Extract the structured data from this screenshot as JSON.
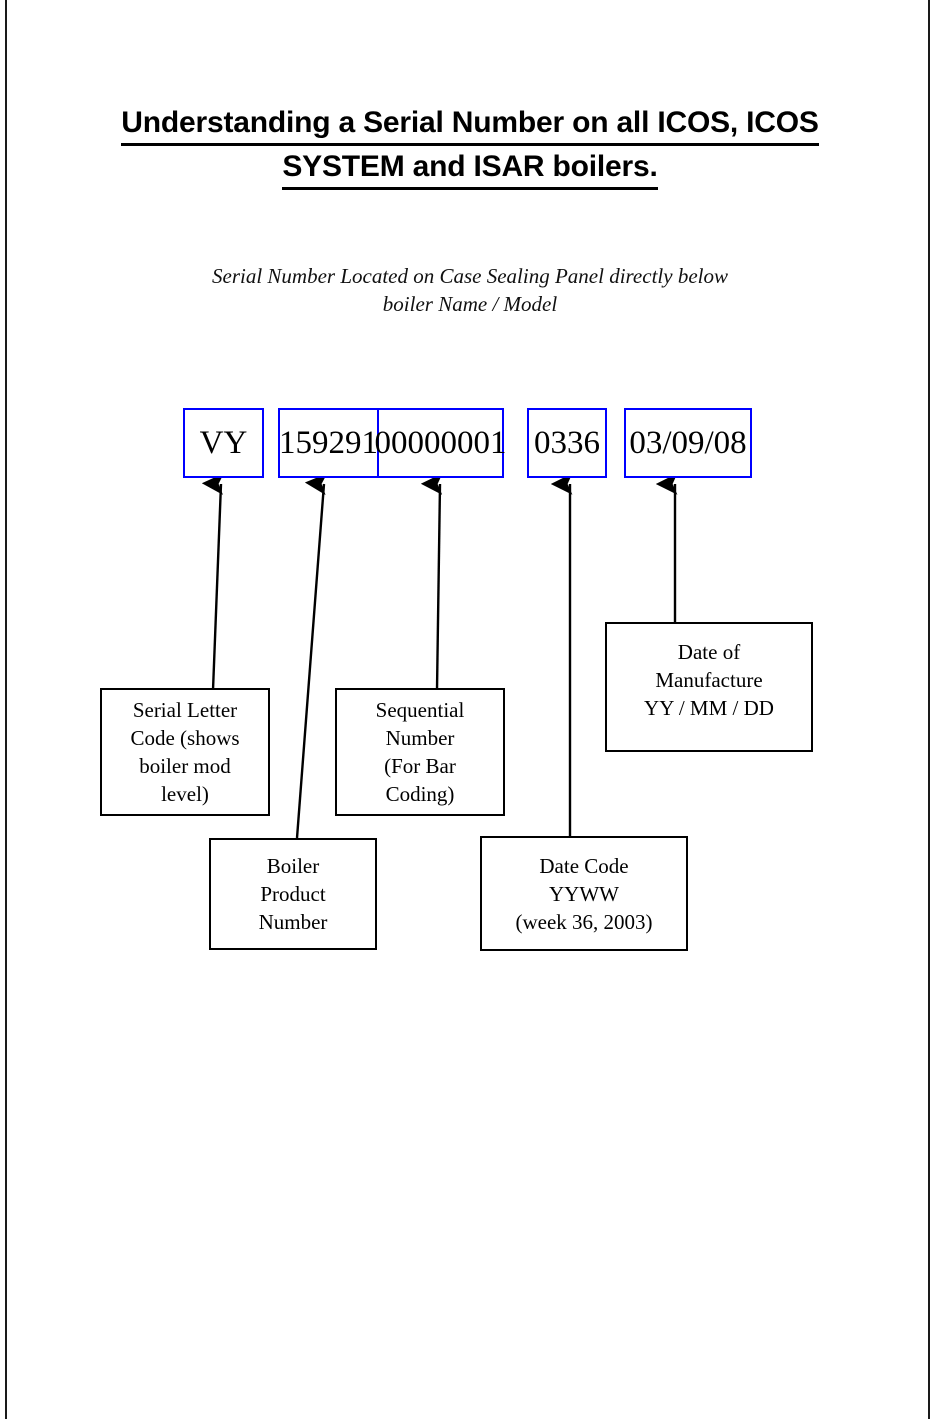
{
  "page": {
    "title_line1": "Understanding a Serial Number on all ICOS, ICOS",
    "title_line2": "SYSTEM and ISAR boilers.",
    "subtitle_line1": "Serial Number Located on Case Sealing Panel directly below",
    "subtitle_line2": "boiler Name / Model",
    "border_color": "#1a1a1a"
  },
  "serial": {
    "accent_color": "#0000ff",
    "segments": [
      {
        "id": "serial-letter-code",
        "value": "VY"
      },
      {
        "id": "boiler-product-number",
        "value": "159291"
      },
      {
        "id": "sequential-number",
        "value": "00000001"
      },
      {
        "id": "date-code",
        "value": "0336"
      },
      {
        "id": "date-of-manufacture",
        "value": "03/09/08"
      }
    ]
  },
  "callouts": [
    {
      "id": "serial-letter-code-callout",
      "lines": [
        "Serial Letter",
        "Code (shows",
        "boiler mod",
        "level)"
      ]
    },
    {
      "id": "sequential-number-callout",
      "lines": [
        "Sequential",
        "Number",
        "(For Bar",
        "Coding)"
      ]
    },
    {
      "id": "date-of-manufacture-callout",
      "lines": [
        "Date of",
        "Manufacture",
        "YY / MM / DD"
      ]
    },
    {
      "id": "boiler-product-number-callout",
      "lines": [
        "Boiler",
        "Product",
        "Number"
      ]
    },
    {
      "id": "date-code-callout",
      "lines": [
        "Date Code",
        "YYWW",
        "(week 36, 2003)"
      ]
    }
  ]
}
